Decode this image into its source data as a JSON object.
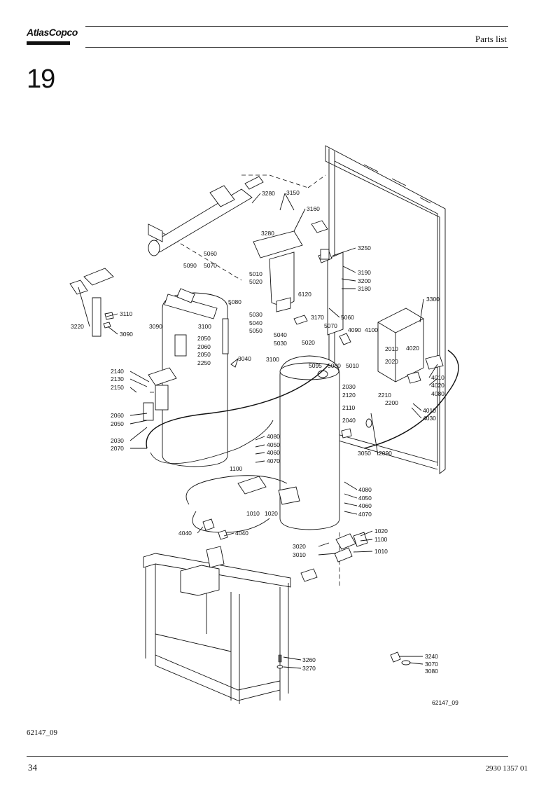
{
  "header": {
    "brand": "AtlasCopco",
    "title": "Parts list"
  },
  "section_number": "19",
  "figure_ref_inner": "62147_09",
  "figure_ref": "62147_09",
  "footer": {
    "page_number": "34",
    "document_number": "2930 1357 01"
  },
  "callouts": [
    "3280",
    "3150",
    "3160",
    "3280",
    "3250",
    "5060",
    "5090",
    "5070",
    "5010",
    "5020",
    "3190",
    "3200",
    "3180",
    "3110",
    "3090",
    "3220",
    "3090",
    "3100",
    "5080",
    "6120",
    "3170",
    "3300",
    "5030",
    "5040",
    "5050",
    "5060",
    "4090",
    "4100",
    "5040",
    "5030",
    "5020",
    "5070",
    "2010",
    "4020",
    "2050",
    "2060",
    "2050",
    "2250",
    "3040",
    "3100",
    "5095",
    "5080",
    "5010",
    "2020",
    "4010",
    "4020",
    "4080",
    "2140",
    "2130",
    "2150",
    "2030",
    "2120",
    "2210",
    "2200",
    "2110",
    "4010",
    "4030",
    "2060",
    "2050",
    "2040",
    "2030",
    "2070",
    "4080",
    "4050",
    "4060",
    "4070",
    "3050",
    "2090",
    "1100",
    "4080",
    "4050",
    "4060",
    "4070",
    "1010",
    "1020",
    "1020",
    "1100",
    "4040",
    "4040",
    "3020",
    "3010",
    "1010",
    "3240",
    "3070",
    "3080",
    "3260",
    "3270"
  ]
}
